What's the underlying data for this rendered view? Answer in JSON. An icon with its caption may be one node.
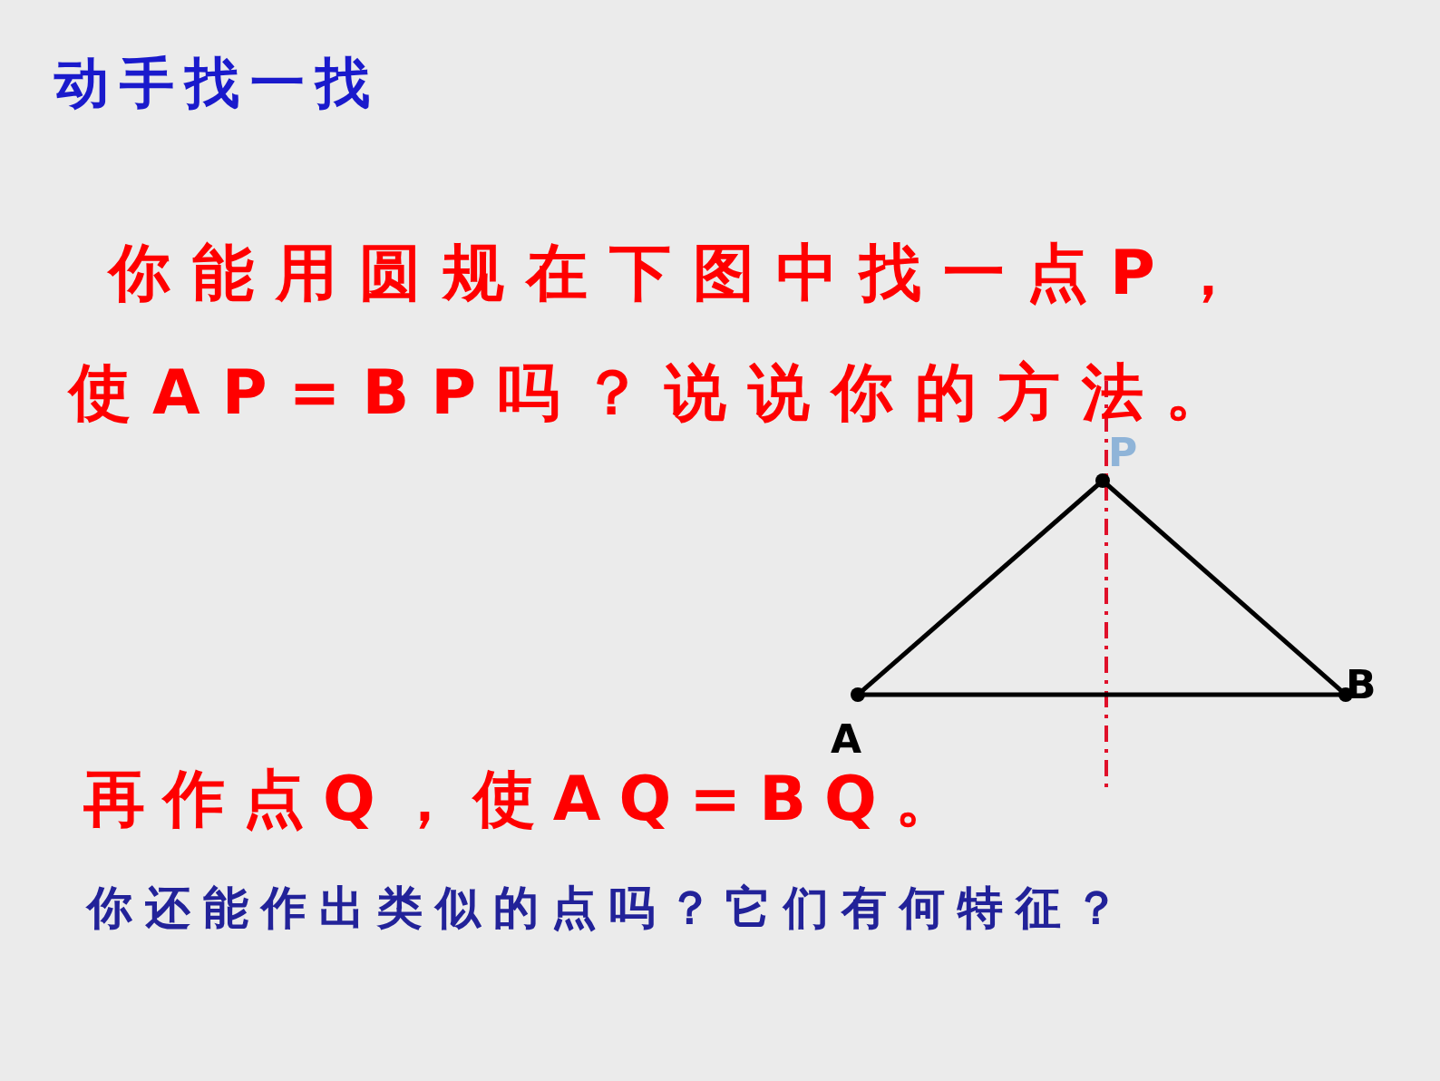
{
  "diagram": {
    "title": "动手找一找",
    "nodes": [
      {
        "text": [
          "A"
        ]
      },
      {
        "text": [
          "B"
        ]
      },
      {
        "text": [
          "P"
        ]
      }
    ],
    "edges": [
      {
        "from": 0,
        "to": 2,
        "arrow": "none"
      },
      {
        "from": 2,
        "to": 1,
        "arrow": "none"
      },
      {
        "from": 0,
        "to": 1,
        "arrow": "none"
      }
    ],
    "labels": [
      "你能用圆规在下图中找一点P，使AP=BP吗？说说你的方法。",
      "再作点Q，使AQ=BQ。",
      "你还能作出类似的点吗？它们有何特征？"
    ]
  }
}
